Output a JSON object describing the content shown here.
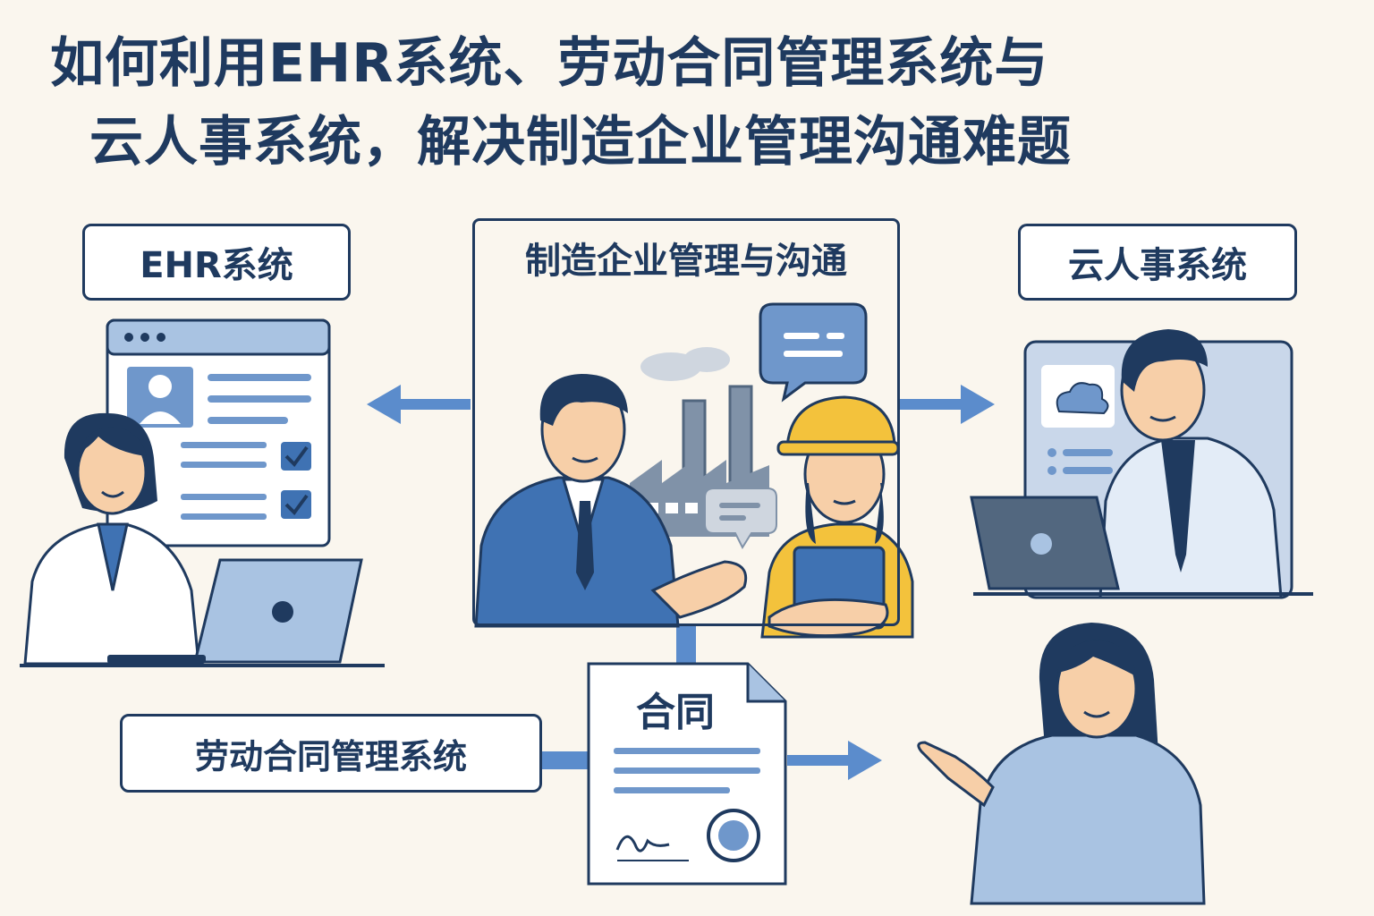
{
  "title": {
    "line1": "如何利用EHR系统、劳动合同管理系统与",
    "line2": "云人事系统，解决制造企业管理沟通难题"
  },
  "nodes": {
    "ehr": "EHR系统",
    "center": "制造企业管理与沟通",
    "cloud": "云人事系统",
    "labor_contract": "劳动合同管理系统",
    "contract_doc": "合同"
  },
  "colors": {
    "navy": "#1f3a5f",
    "blue": "#3f72b3",
    "light_blue": "#a9c3e2",
    "arrow": "#5b8ccc",
    "yellow": "#f3c23c",
    "skin": "#f7cfa8",
    "background": "#faf6ee"
  },
  "icons": [
    "browser-window-icon",
    "user-profile-icon",
    "checkbox-icon",
    "laptop-icon",
    "factory-icon",
    "chat-bubble-icon",
    "cloud-icon",
    "document-icon",
    "seal-icon",
    "signature-icon",
    "arrow-icon"
  ]
}
